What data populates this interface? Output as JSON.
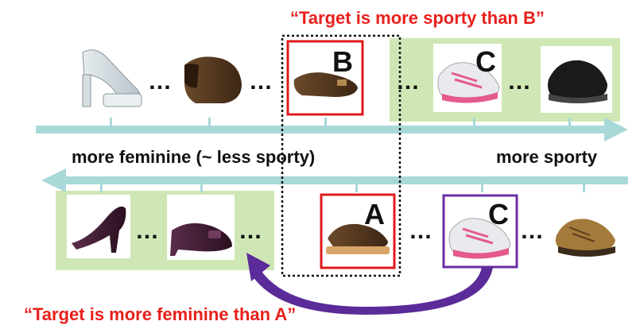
{
  "captions": {
    "top": "“Target is more sporty than B”",
    "bottom": "“Target is more feminine than A”"
  },
  "axes": {
    "top_label": "more sporty",
    "bottom_label": "more feminine (~ less sporty)"
  },
  "letters": {
    "b": "B",
    "c_top": "C",
    "a": "A",
    "c_bottom": "C"
  },
  "ellipsis": "…",
  "colors": {
    "caption_red": "#e8201c",
    "axis_teal": "#a9d8d9",
    "region_green": "#cfe7b4",
    "box_red": "#e01a1a",
    "box_purple": "#6a2fa3",
    "arrow_purple": "#5b2b99"
  },
  "icons": {
    "top_row": [
      "clear-platform-heel-icon",
      "brown-clog-icon",
      "brown-flat-shoe-icon",
      "pink-sneaker-icon",
      "black-sneaker-icon"
    ],
    "bottom_row": [
      "black-stiletto-icon",
      "purple-pump-icon",
      "wooden-clog-icon",
      "pink-sneaker-icon",
      "tan-hiking-shoe-icon"
    ]
  }
}
